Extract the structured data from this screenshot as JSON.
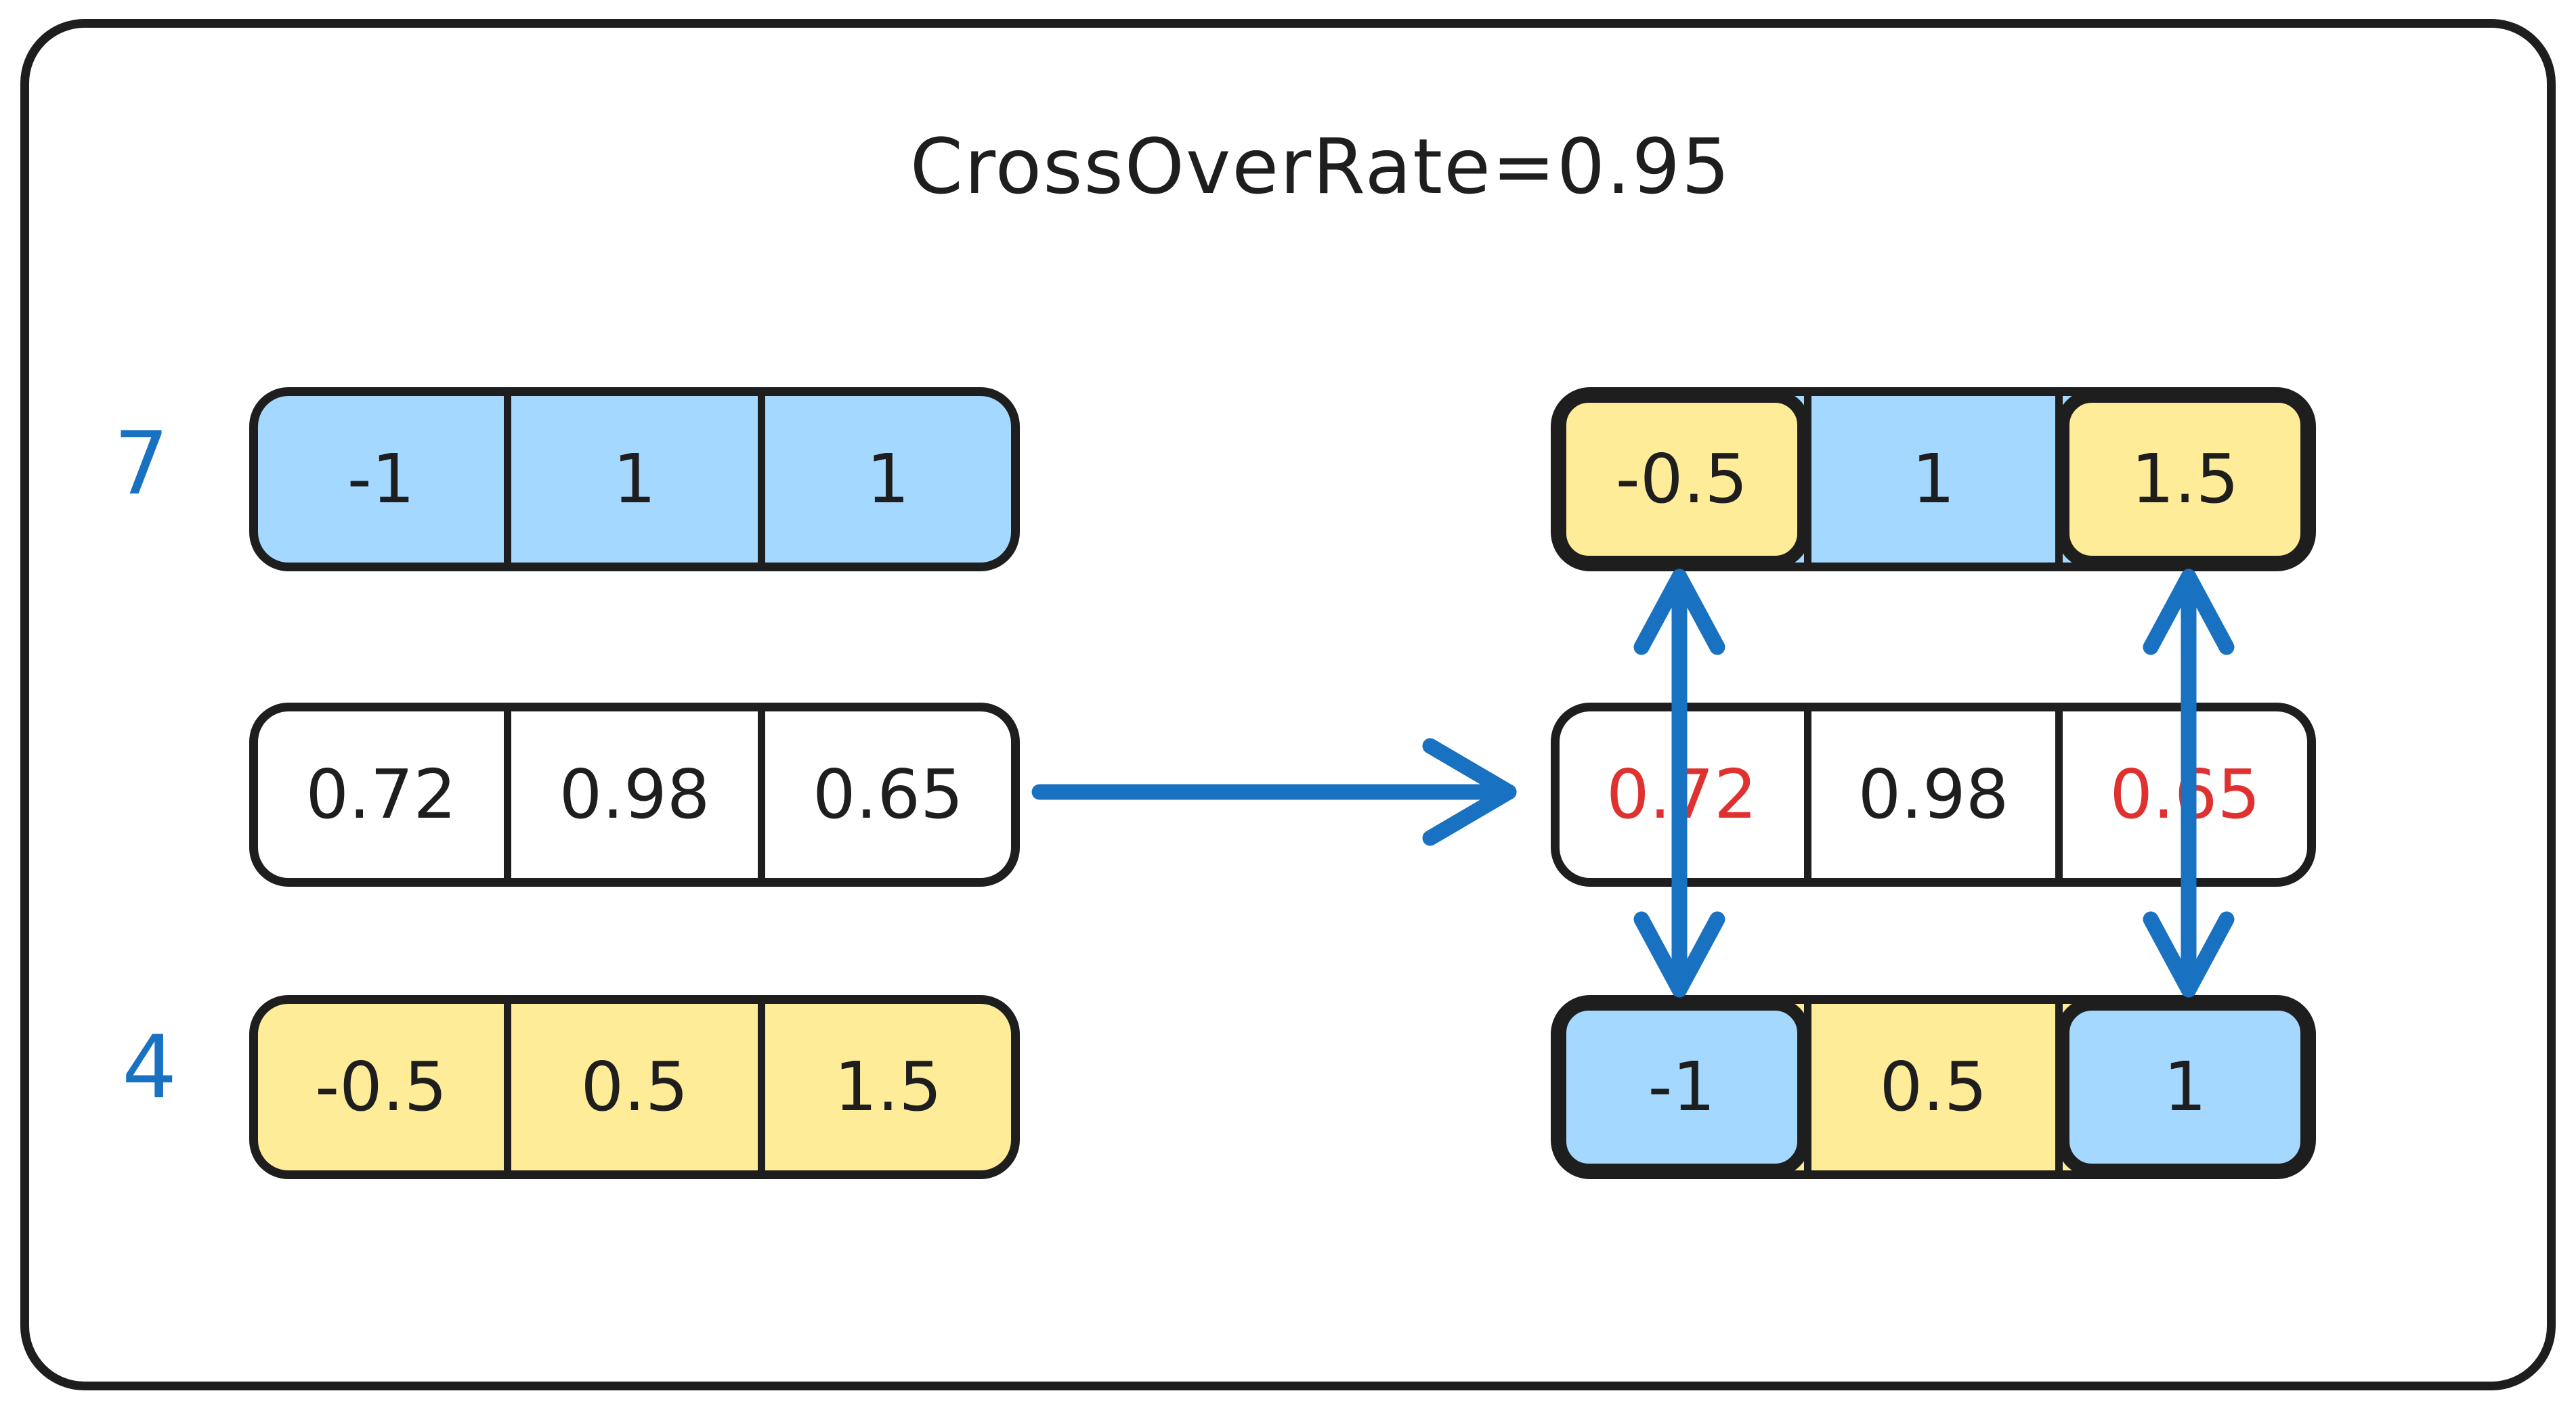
{
  "diagram": {
    "title": "CrossOverRate=0.95",
    "colors": {
      "stroke": "#1e1e1e",
      "blue_fill": "#a5d8ff",
      "yellow_fill": "#ffec99",
      "arrow_blue": "#1971c2",
      "red_text": "#e03131",
      "background": "#ffffff"
    },
    "left": {
      "parent1": {
        "label": "7",
        "cells": [
          "-1",
          "1",
          "1"
        ]
      },
      "random": {
        "cells": [
          "0.72",
          "0.98",
          "0.65"
        ]
      },
      "parent2": {
        "label": "4",
        "cells": [
          "-0.5",
          "0.5",
          "1.5"
        ]
      }
    },
    "right": {
      "offspring1": {
        "cells": [
          "-0.5",
          "1",
          "1.5"
        ],
        "swapped_indices": [
          0,
          2
        ]
      },
      "random": {
        "cells": [
          "0.72",
          "0.98",
          "0.65"
        ],
        "cell_colors": [
          "#e03131",
          "#1e1e1e",
          "#e03131"
        ]
      },
      "offspring2": {
        "cells": [
          "-1",
          "0.5",
          "1"
        ],
        "swapped_indices": [
          0,
          2
        ]
      }
    },
    "icons": {
      "flow_arrow": "right-arrow",
      "swap_arrow": "vertical-double-headed-arrow"
    }
  }
}
